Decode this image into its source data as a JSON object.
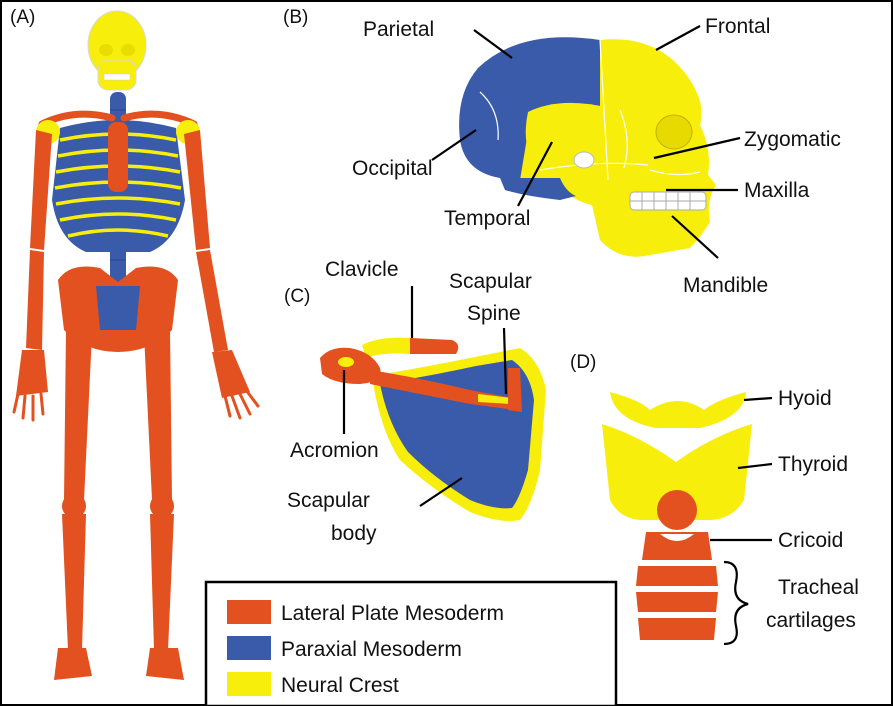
{
  "colors": {
    "lateral_plate": "#e2511f",
    "paraxial": "#3a5aaa",
    "neural_crest": "#f8ee0c"
  },
  "panels": {
    "a": "(A)",
    "b": "(B)",
    "c": "(C)",
    "d": "(D)"
  },
  "skull_labels": {
    "parietal": "Parietal",
    "frontal": "Frontal",
    "occipital": "Occipital",
    "zygomatic": "Zygomatic",
    "maxilla": "Maxilla",
    "temporal": "Temporal",
    "mandible": "Mandible"
  },
  "shoulder_labels": {
    "clavicle": "Clavicle",
    "scapular_spine_1": "Scapular",
    "scapular_spine_2": "Spine",
    "acromion": "Acromion",
    "scapular_body_1": "Scapular",
    "scapular_body_2": "body"
  },
  "larynx_labels": {
    "hyoid": "Hyoid",
    "thyroid": "Thyroid",
    "cricoid": "Cricoid",
    "tracheal_1": "Tracheal",
    "tracheal_2": "cartilages"
  },
  "legend": [
    {
      "label": "Lateral Plate Mesoderm",
      "color": "#e2511f"
    },
    {
      "label": "Paraxial Mesoderm",
      "color": "#3a5aaa"
    },
    {
      "label": "Neural Crest",
      "color": "#f8ee0c"
    }
  ]
}
